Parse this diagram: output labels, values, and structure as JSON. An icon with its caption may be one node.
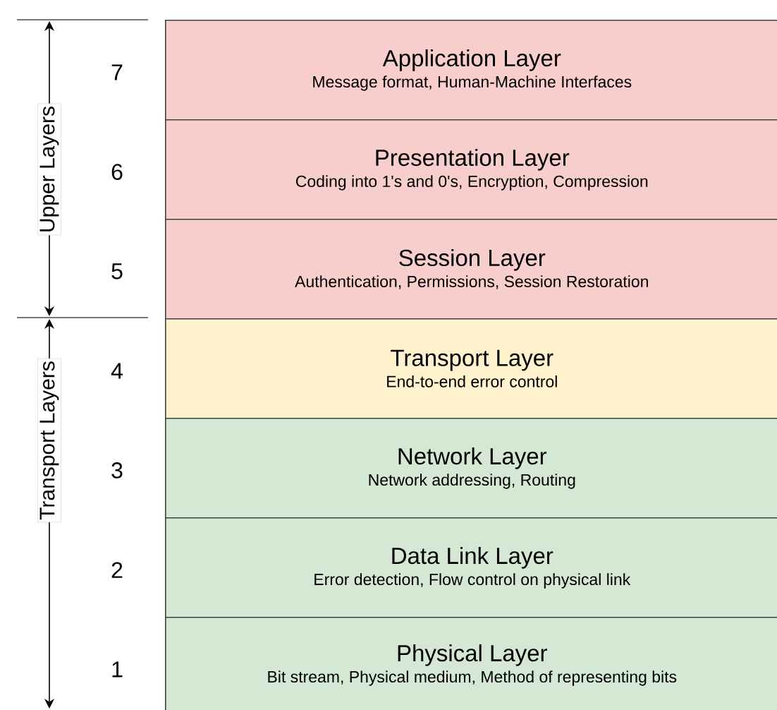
{
  "diagram": {
    "nodes": [
      {
        "text": [
          "Application Layer",
          "Message format, Human-Machine Interfaces"
        ]
      },
      {
        "text": [
          "Presentation Layer",
          "Coding into 1's and 0's, Encryption, Compression"
        ]
      },
      {
        "text": [
          "Session Layer",
          "Authentication, Permissions, Session Restoration"
        ]
      },
      {
        "text": [
          "Transport Layer",
          "End-to-end error control"
        ]
      },
      {
        "text": [
          "Network Layer",
          "Network addressing, Routing"
        ]
      },
      {
        "text": [
          "Data Link Layer",
          "Error detection, Flow control on physical link"
        ]
      },
      {
        "text": [
          "Physical Layer",
          "Bit stream, Physical medium, Method of representing bits"
        ]
      }
    ],
    "labels": [
      "7",
      "6",
      "5",
      "4",
      "3",
      "2",
      "1",
      "Upper Layers",
      "Transport Layers"
    ]
  }
}
